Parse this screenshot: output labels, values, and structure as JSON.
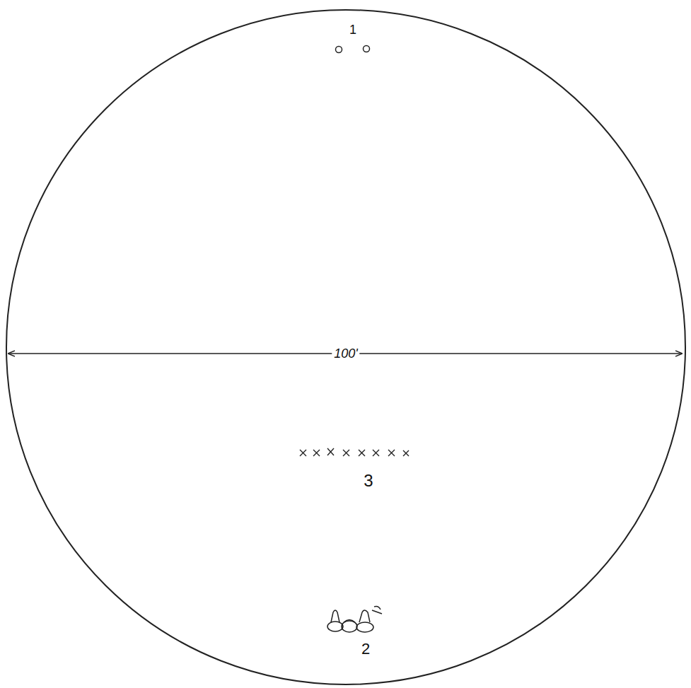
{
  "diagram": {
    "labels": [
      "1",
      "100'",
      "3",
      "2"
    ]
  }
}
